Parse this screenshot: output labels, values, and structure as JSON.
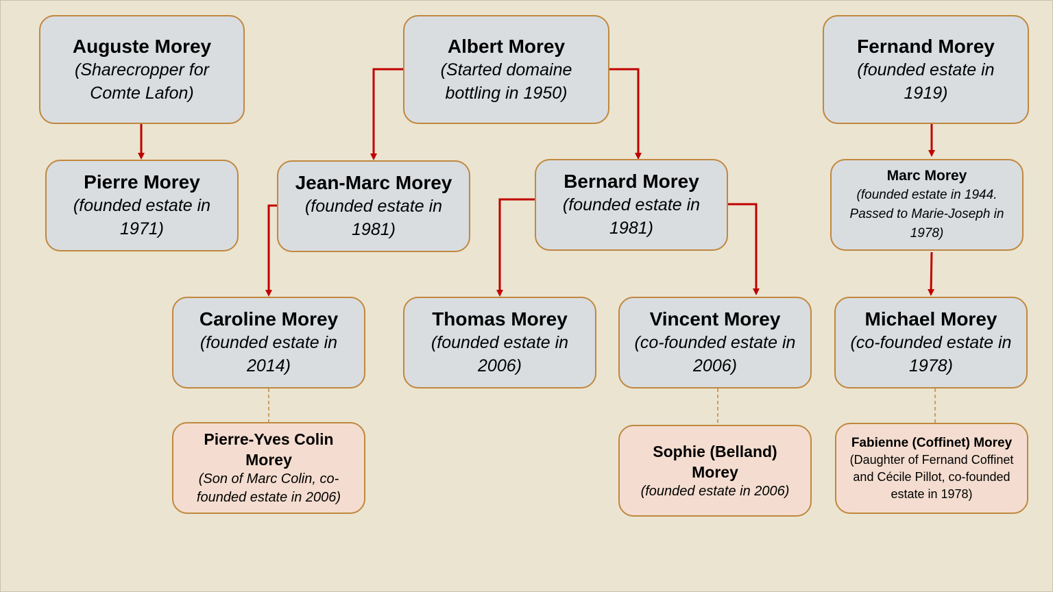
{
  "people": {
    "auguste": {
      "name": "Auguste Morey",
      "desc": "(Sharecropper for Comte Lafon)"
    },
    "albert": {
      "name": "Albert Morey",
      "desc": "(Started domaine bottling in 1950)"
    },
    "fernand": {
      "name": "Fernand Morey",
      "desc": "(founded estate in 1919)"
    },
    "pierre": {
      "name": "Pierre Morey",
      "desc": "(founded estate in 1971)"
    },
    "jean_marc": {
      "name": "Jean-Marc Morey",
      "desc": "(founded estate in 1981)"
    },
    "bernard": {
      "name": "Bernard Morey",
      "desc": "(founded estate in 1981)"
    },
    "marc": {
      "name": "Marc Morey",
      "desc": "(founded estate in 1944. Passed to Marie-Joseph in 1978)"
    },
    "caroline": {
      "name": "Caroline Morey",
      "desc": "(founded estate in 2014)"
    },
    "thomas": {
      "name": "Thomas Morey",
      "desc": "(founded estate in 2006)"
    },
    "vincent": {
      "name": "Vincent Morey",
      "desc": "(co-founded estate in 2006)"
    },
    "michael": {
      "name": "Michael Morey",
      "desc": "(co-founded estate in 1978)"
    },
    "pierre_yves": {
      "name": "Pierre-Yves Colin Morey",
      "desc": "(Son of Marc Colin, co-founded estate in 2006)"
    },
    "sophie": {
      "name": "Sophie (Belland) Morey",
      "desc": "(founded estate in 2006)"
    },
    "fabienne": {
      "name": "Fabienne (Coffinet) Morey",
      "desc": "(Daughter of  Fernand Coffinet and Cécile Pillot, co-founded estate in 1978)"
    }
  },
  "colors": {
    "background": "#ebe4d0",
    "box_fill": "#d9dde0",
    "spouse_fill": "#f4ddd0",
    "box_border": "#c0873f",
    "arrow": "#c00000",
    "spouse_link": "#c0873f"
  }
}
